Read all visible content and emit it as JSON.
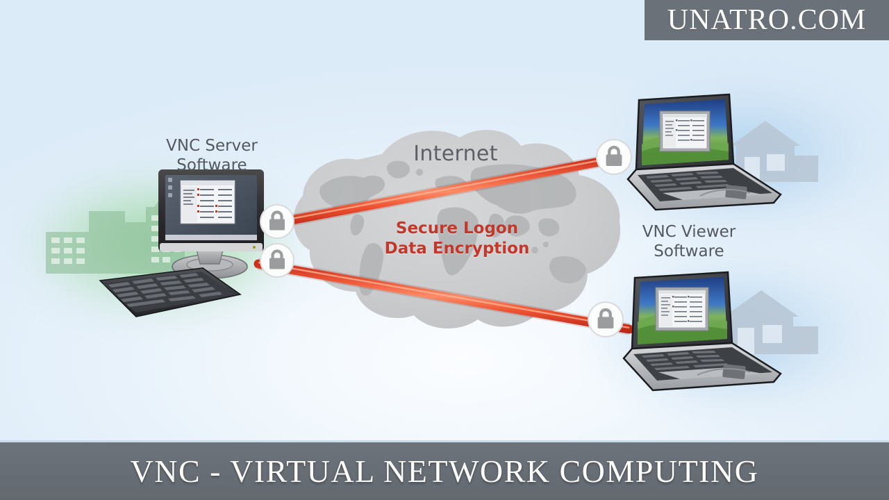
{
  "watermark": {
    "text": "UNATRO.COM",
    "bar_color": "#6b7179"
  },
  "banner": {
    "title": "VNC - VIRTUAL NETWORK COMPUTING",
    "bar_color": "#686e75",
    "text_color": "#ffffff"
  },
  "diagram": {
    "cloud_label": "Internet",
    "server_label_line1": "VNC Server",
    "server_label_line2": "Software",
    "viewer_label_line1": "VNC Viewer",
    "viewer_label_line2": "Software",
    "secure_line1": "Secure Logon",
    "secure_line2": "Data Encryption",
    "accent_red": "#e8402a",
    "label_gray": "#54595f",
    "cloud_gray": "#c9cacb",
    "glow_green": "#8cd096",
    "glow_blue": "#96c3e8"
  },
  "icons": {
    "lock_server_upper": "padlock-icon",
    "lock_server_lower": "padlock-icon",
    "lock_viewer_top": "padlock-icon",
    "lock_viewer_bottom": "padlock-icon"
  },
  "devices": {
    "server_monitor": "desktop-monitor",
    "server_keyboard": "keyboard",
    "viewer_top": "laptop",
    "viewer_bottom": "laptop",
    "office_silhouette": "city-buildings",
    "home_silhouette_top": "house",
    "home_silhouette_bottom": "house"
  }
}
